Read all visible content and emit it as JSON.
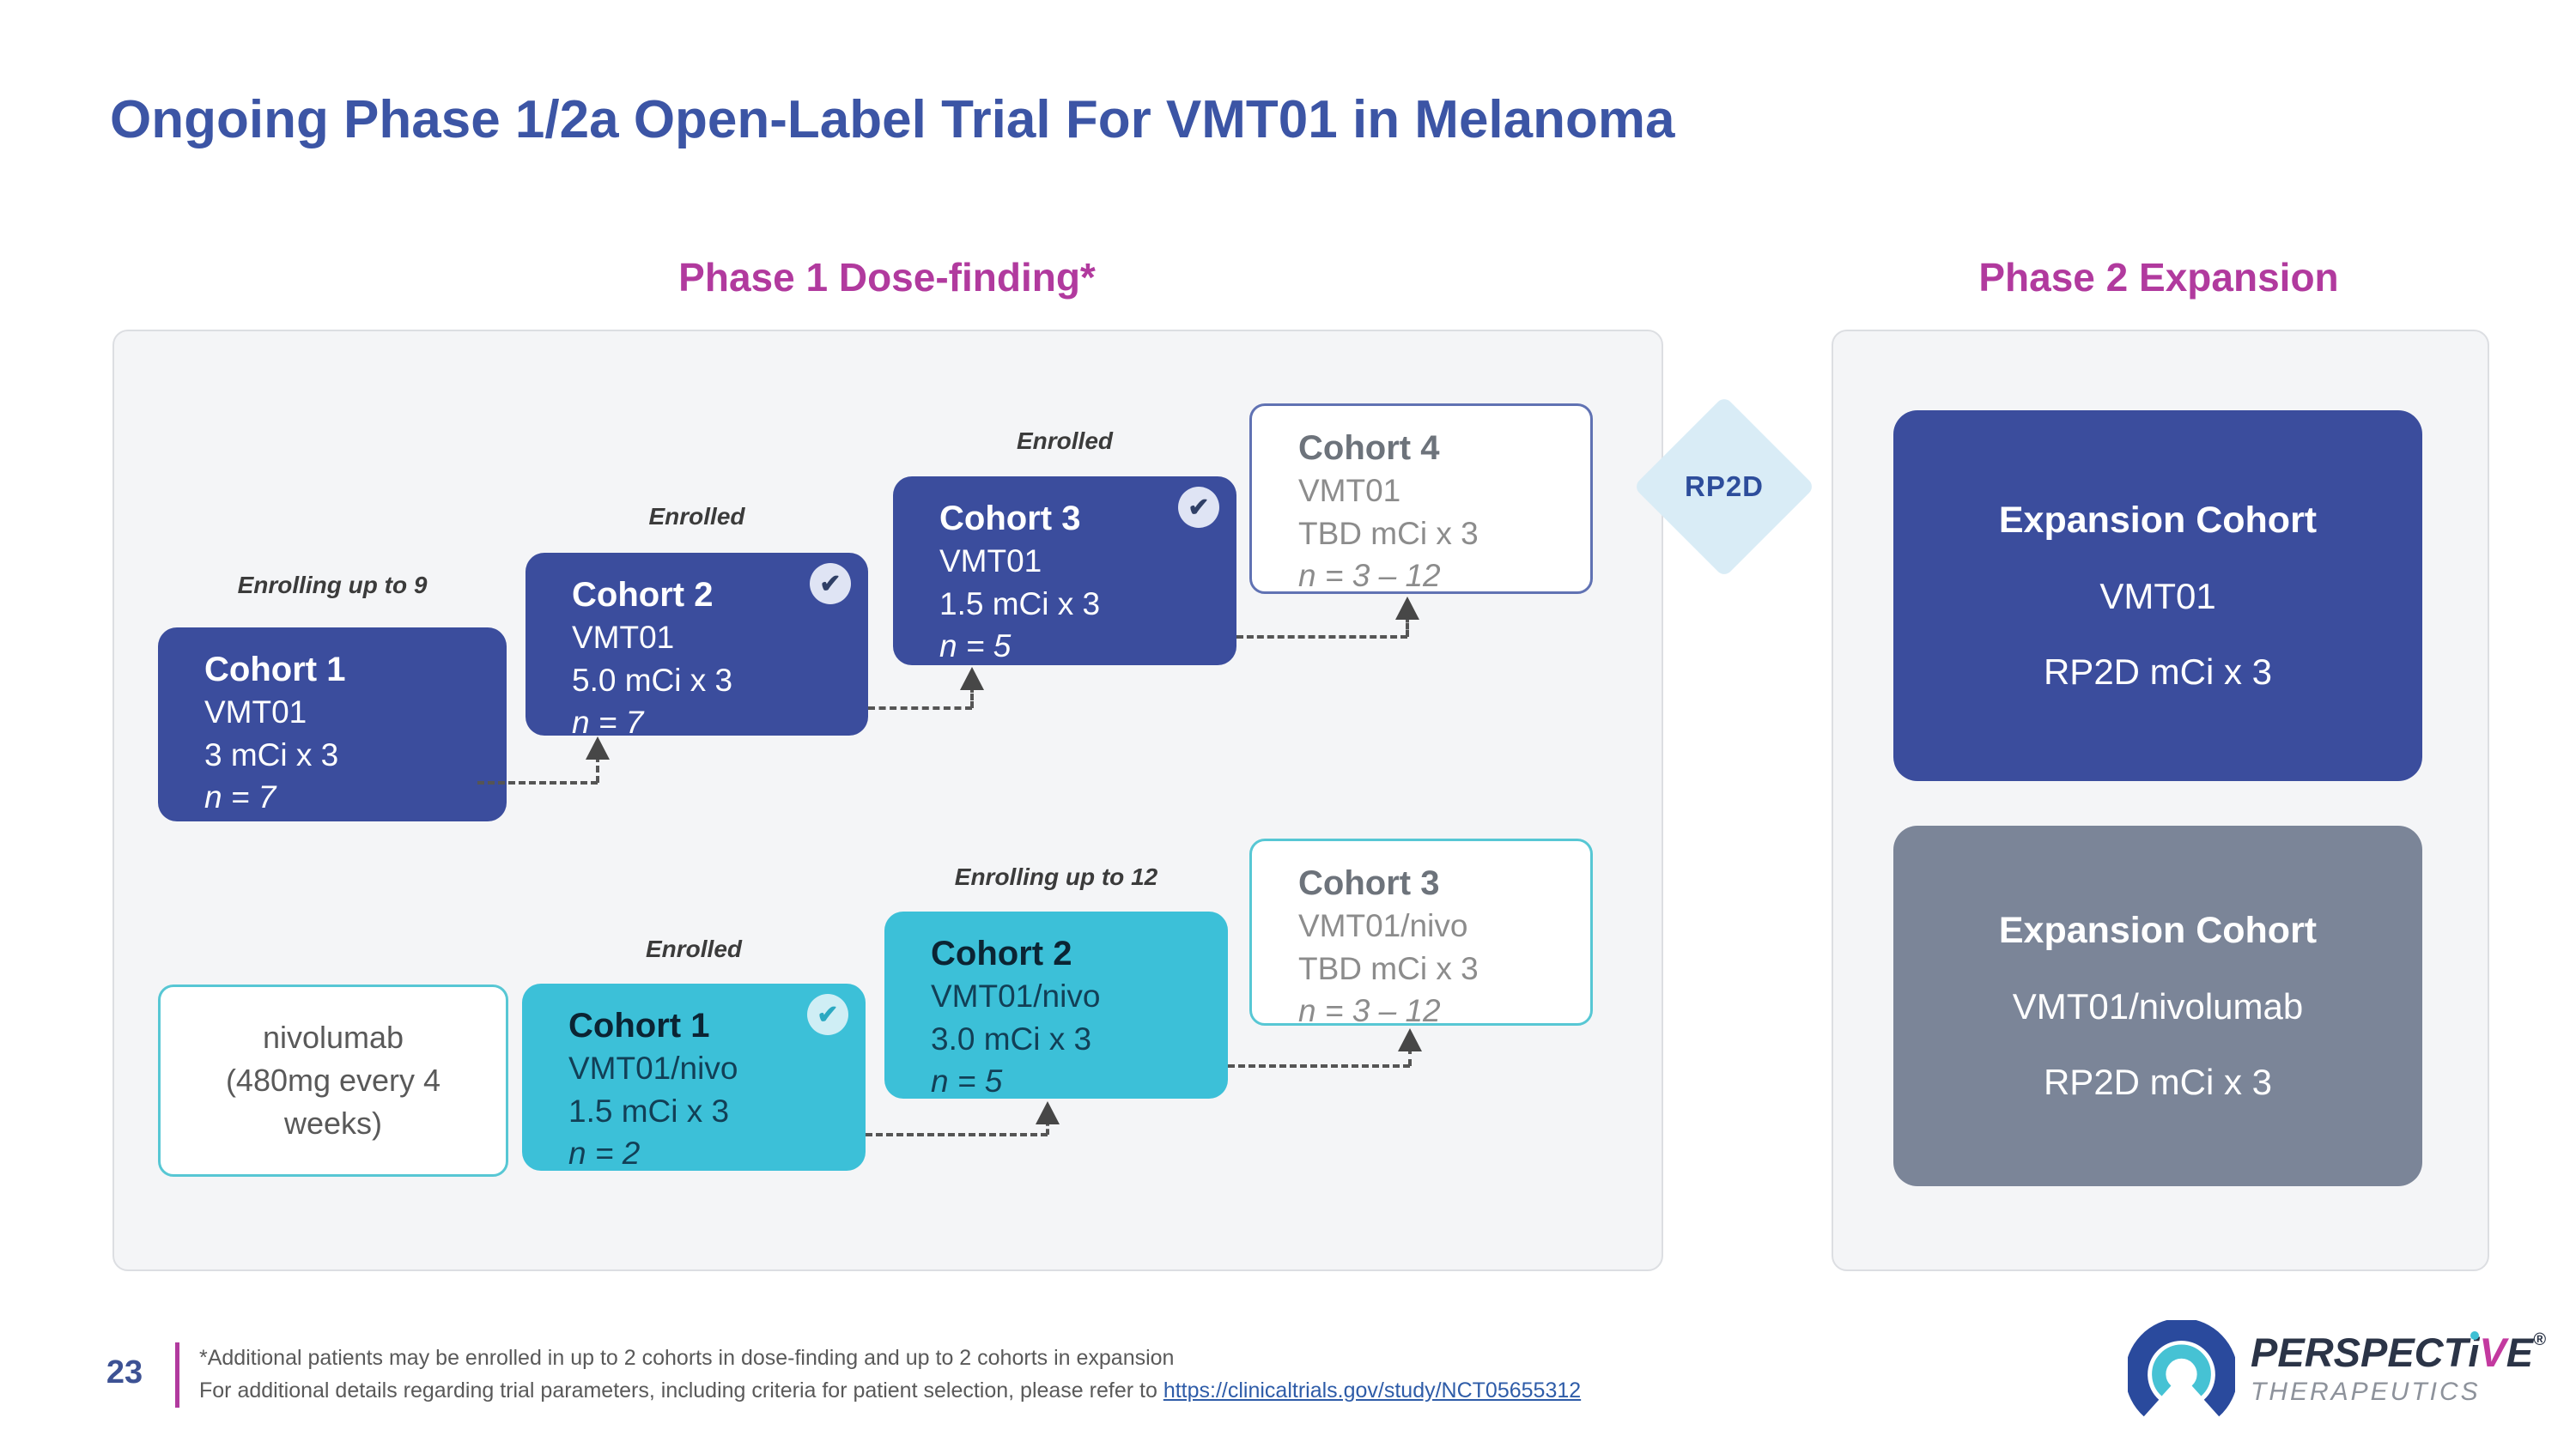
{
  "slide": {
    "title": "Ongoing Phase 1/2a Open-Label Trial For VMT01 in Melanoma",
    "page_number": "23",
    "footnote_line1": "*Additional patients may be enrolled in up to 2 cohorts in dose-finding and up to 2 cohorts in expansion",
    "footnote_line2_prefix": "For additional details regarding trial parameters, including criteria for patient selection, please refer to ",
    "footnote_link": "https://clinicaltrials.gov/study/NCT05655312"
  },
  "icons": {
    "check": "✔"
  },
  "colors": {
    "title_blue": "#3c55a5",
    "header_magenta": "#b13a9e",
    "cohort_blue": "#3b4d9d",
    "cohort_teal": "#3cc0d8",
    "expansion_gray": "#7b8598",
    "rp2d_diamond": "#d9ecf6",
    "panel_bg": "#f4f5f7",
    "link_blue": "#2e5ca8"
  },
  "phase1": {
    "header": "Phase 1 Dose-finding*",
    "mono": {
      "cohorts": [
        {
          "status_label": "Enrolling up to 9",
          "name": "Cohort 1",
          "drug": "VMT01",
          "dose": "3 mCi x 3",
          "n": "n = 7",
          "enrolled_check": false
        },
        {
          "status_label": "Enrolled",
          "name": "Cohort 2",
          "drug": "VMT01",
          "dose": "5.0 mCi x 3",
          "n": "n = 7",
          "enrolled_check": true
        },
        {
          "status_label": "Enrolled",
          "name": "Cohort 3",
          "drug": "VMT01",
          "dose": "1.5 mCi x 3",
          "n": "n = 5",
          "enrolled_check": true
        },
        {
          "status_label": "",
          "name": "Cohort 4",
          "drug": "VMT01",
          "dose": "TBD mCi x 3",
          "n": "n = 3 – 12",
          "enrolled_check": false
        }
      ]
    },
    "combo": {
      "nivolumab_box": "nivolumab (480mg every 4 weeks)",
      "cohorts": [
        {
          "status_label": "Enrolled",
          "name": "Cohort 1",
          "drug": "VMT01/nivo",
          "dose": "1.5 mCi x 3",
          "n": "n = 2",
          "enrolled_check": true
        },
        {
          "status_label": "Enrolling up to 12",
          "name": "Cohort 2",
          "drug": "VMT01/nivo",
          "dose": "3.0 mCi x 3",
          "n": "n = 5",
          "enrolled_check": false
        },
        {
          "status_label": "",
          "name": "Cohort 3",
          "drug": "VMT01/nivo",
          "dose": "TBD mCi x 3",
          "n": "n = 3 – 12",
          "enrolled_check": false
        }
      ]
    }
  },
  "rp2d": {
    "label": "RP2D"
  },
  "phase2": {
    "header": "Phase 2 Expansion",
    "boxes": [
      {
        "title": "Expansion Cohort",
        "line2": "VMT01",
        "line3": "RP2D mCi x 3"
      },
      {
        "title": "Expansion Cohort",
        "line2": "VMT01/nivolumab",
        "line3": "RP2D mCi x 3"
      }
    ]
  },
  "logo": {
    "brand_p1": "PERSPECT",
    "brand_i": "i",
    "brand_v": "V",
    "brand_e": "E",
    "registered": "®",
    "subtitle": "THERAPEUTICS"
  }
}
